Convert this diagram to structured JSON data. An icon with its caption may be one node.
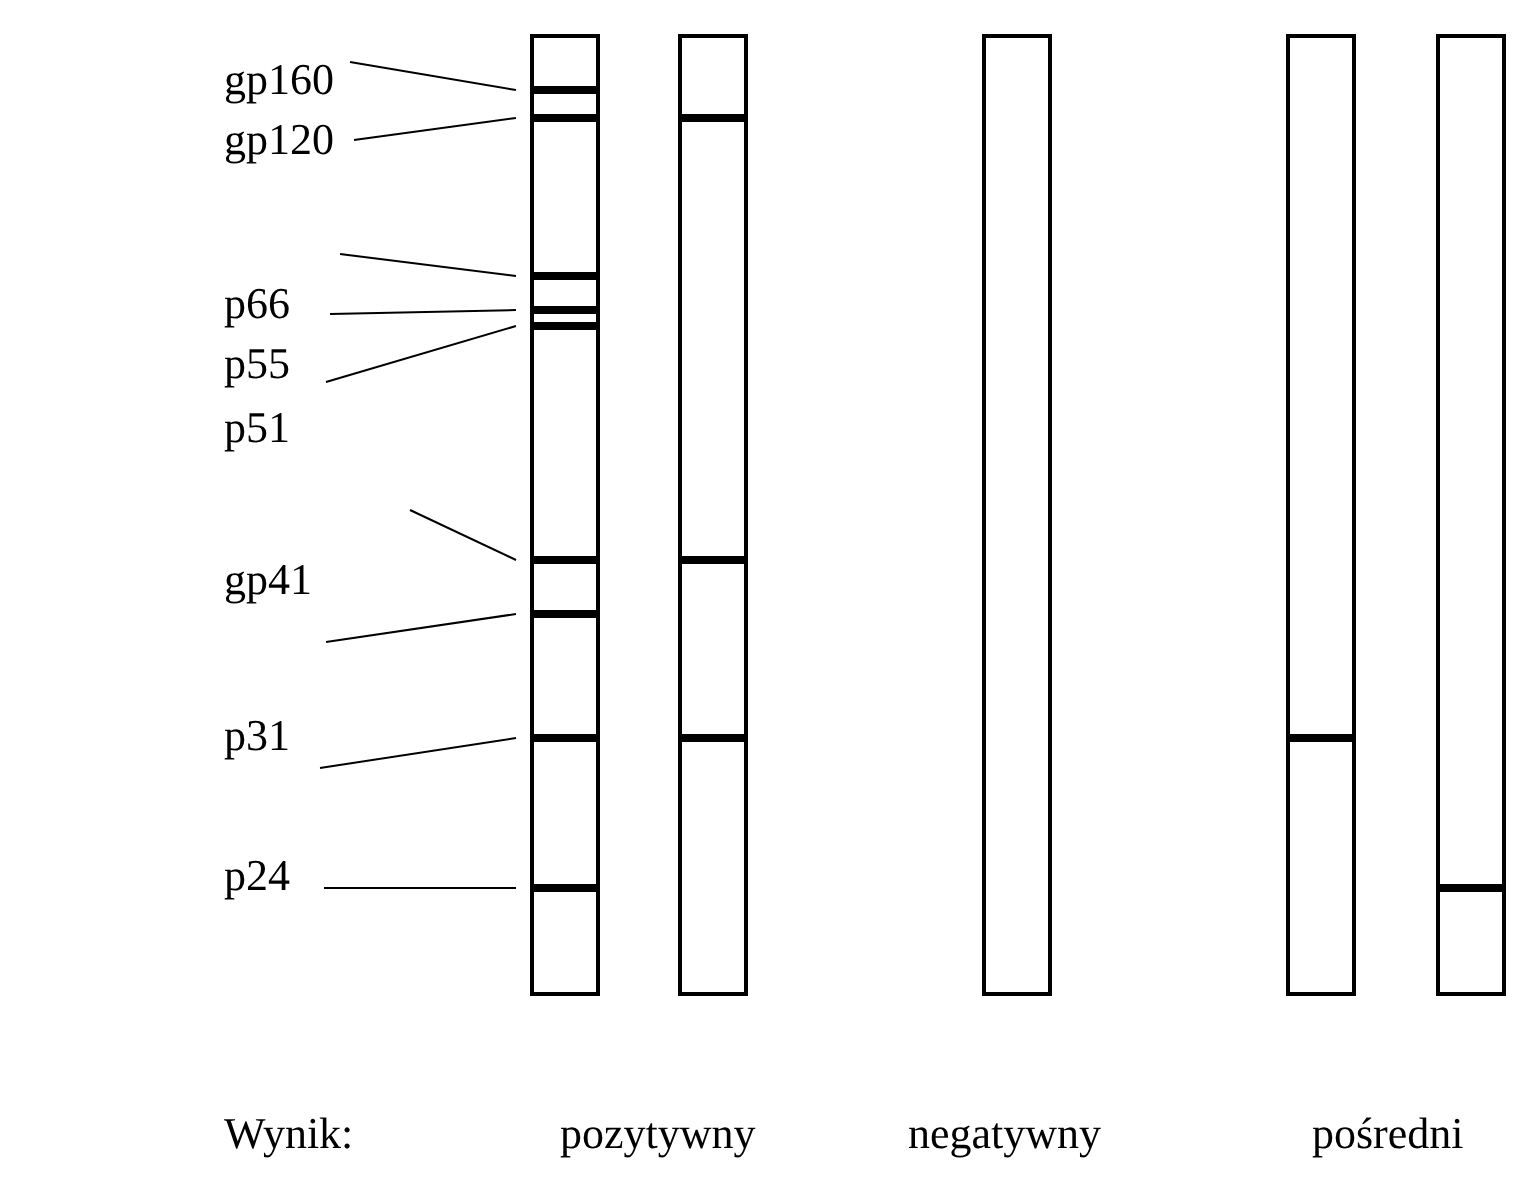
{
  "diagram": {
    "nodes": [
      {
        "text": [
          "gp160"
        ]
      },
      {
        "text": [
          "gp120"
        ]
      },
      {
        "text": [
          "p66"
        ]
      },
      {
        "text": [
          "p55"
        ]
      },
      {
        "text": [
          "p51"
        ]
      },
      {
        "text": [
          "gp41"
        ]
      },
      {
        "text": [
          "p31"
        ]
      },
      {
        "text": [
          "p24"
        ]
      },
      {
        "text": [],
        "shape": "bar"
      },
      {
        "text": [],
        "shape": "bar",
        "in": 8
      },
      {
        "text": [],
        "shape": "bar",
        "in": 8
      },
      {
        "text": [],
        "shape": "bar",
        "in": 8
      },
      {
        "text": [],
        "shape": "bar",
        "in": 8
      },
      {
        "text": [],
        "shape": "bar",
        "in": 8
      },
      {
        "text": [],
        "shape": "bar",
        "in": 8
      },
      {
        "text": [],
        "shape": "bar",
        "in": 8
      },
      {
        "text": [],
        "shape": "bar",
        "in": 8
      },
      {
        "text": [],
        "shape": "bar",
        "in": 8
      },
      {
        "text": [],
        "shape": "bar"
      },
      {
        "text": [],
        "shape": "bar",
        "in": 18
      },
      {
        "text": [],
        "shape": "bar",
        "in": 18
      },
      {
        "text": [],
        "shape": "bar",
        "in": 18
      },
      {
        "text": [],
        "shape": "bar"
      },
      {
        "text": [],
        "shape": "bar"
      },
      {
        "text": [],
        "shape": "bar",
        "in": 23
      },
      {
        "text": [],
        "shape": "bar"
      },
      {
        "text": [],
        "shape": "bar",
        "in": 25
      }
    ],
    "edges": [
      {
        "from": 0,
        "to": 9,
        "arrow": "none"
      },
      {
        "from": 1,
        "to": 10,
        "arrow": "none"
      },
      {
        "from": null,
        "to": 11,
        "arrow": "none"
      },
      {
        "from": 2,
        "to": 12,
        "arrow": "none"
      },
      {
        "from": 3,
        "to": 13,
        "arrow": "none"
      },
      {
        "from": null,
        "to": 14,
        "arrow": "none"
      },
      {
        "from": 5,
        "to": 15,
        "arrow": "none"
      },
      {
        "from": 6,
        "to": 16,
        "arrow": "none"
      },
      {
        "from": 7,
        "to": 17,
        "arrow": "none"
      }
    ],
    "labels": [
      "Wynik:",
      "pozytywny",
      "negatywny",
      "pośredni"
    ]
  }
}
